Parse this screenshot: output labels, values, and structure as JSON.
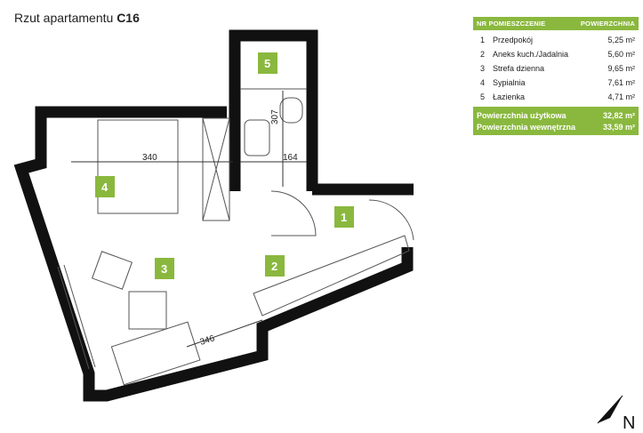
{
  "title": {
    "prefix": "Rzut apartamentu",
    "unit": "C16"
  },
  "legend": {
    "header": {
      "nr": "NR",
      "room": "POMIESZCZENIE",
      "area": "POWIERZCHNIA"
    },
    "rooms": [
      {
        "nr": "1",
        "name": "Przedpokój",
        "area": "5,25 m²"
      },
      {
        "nr": "2",
        "name": "Aneks kuch./Jadalnia",
        "area": "5,60 m²"
      },
      {
        "nr": "3",
        "name": "Strefa dzienna",
        "area": "9,65 m²"
      },
      {
        "nr": "4",
        "name": "Sypialnia",
        "area": "7,61 m²"
      },
      {
        "nr": "5",
        "name": "Łazienka",
        "area": "4,71 m²"
      }
    ],
    "totals": [
      {
        "label": "Powierzchnia użytkowa",
        "value": "32,82 m²"
      },
      {
        "label": "Powierzchnia wewnętrzna",
        "value": "33,59 m²"
      }
    ]
  },
  "plan": {
    "room_labels": [
      "1",
      "2",
      "3",
      "4",
      "5"
    ],
    "dimensions": {
      "bedroom_width": "340",
      "bath_width": "164",
      "bath_height": "307",
      "living_width": "346"
    },
    "accent": "#8ab83e"
  },
  "compass": {
    "label": "N"
  }
}
